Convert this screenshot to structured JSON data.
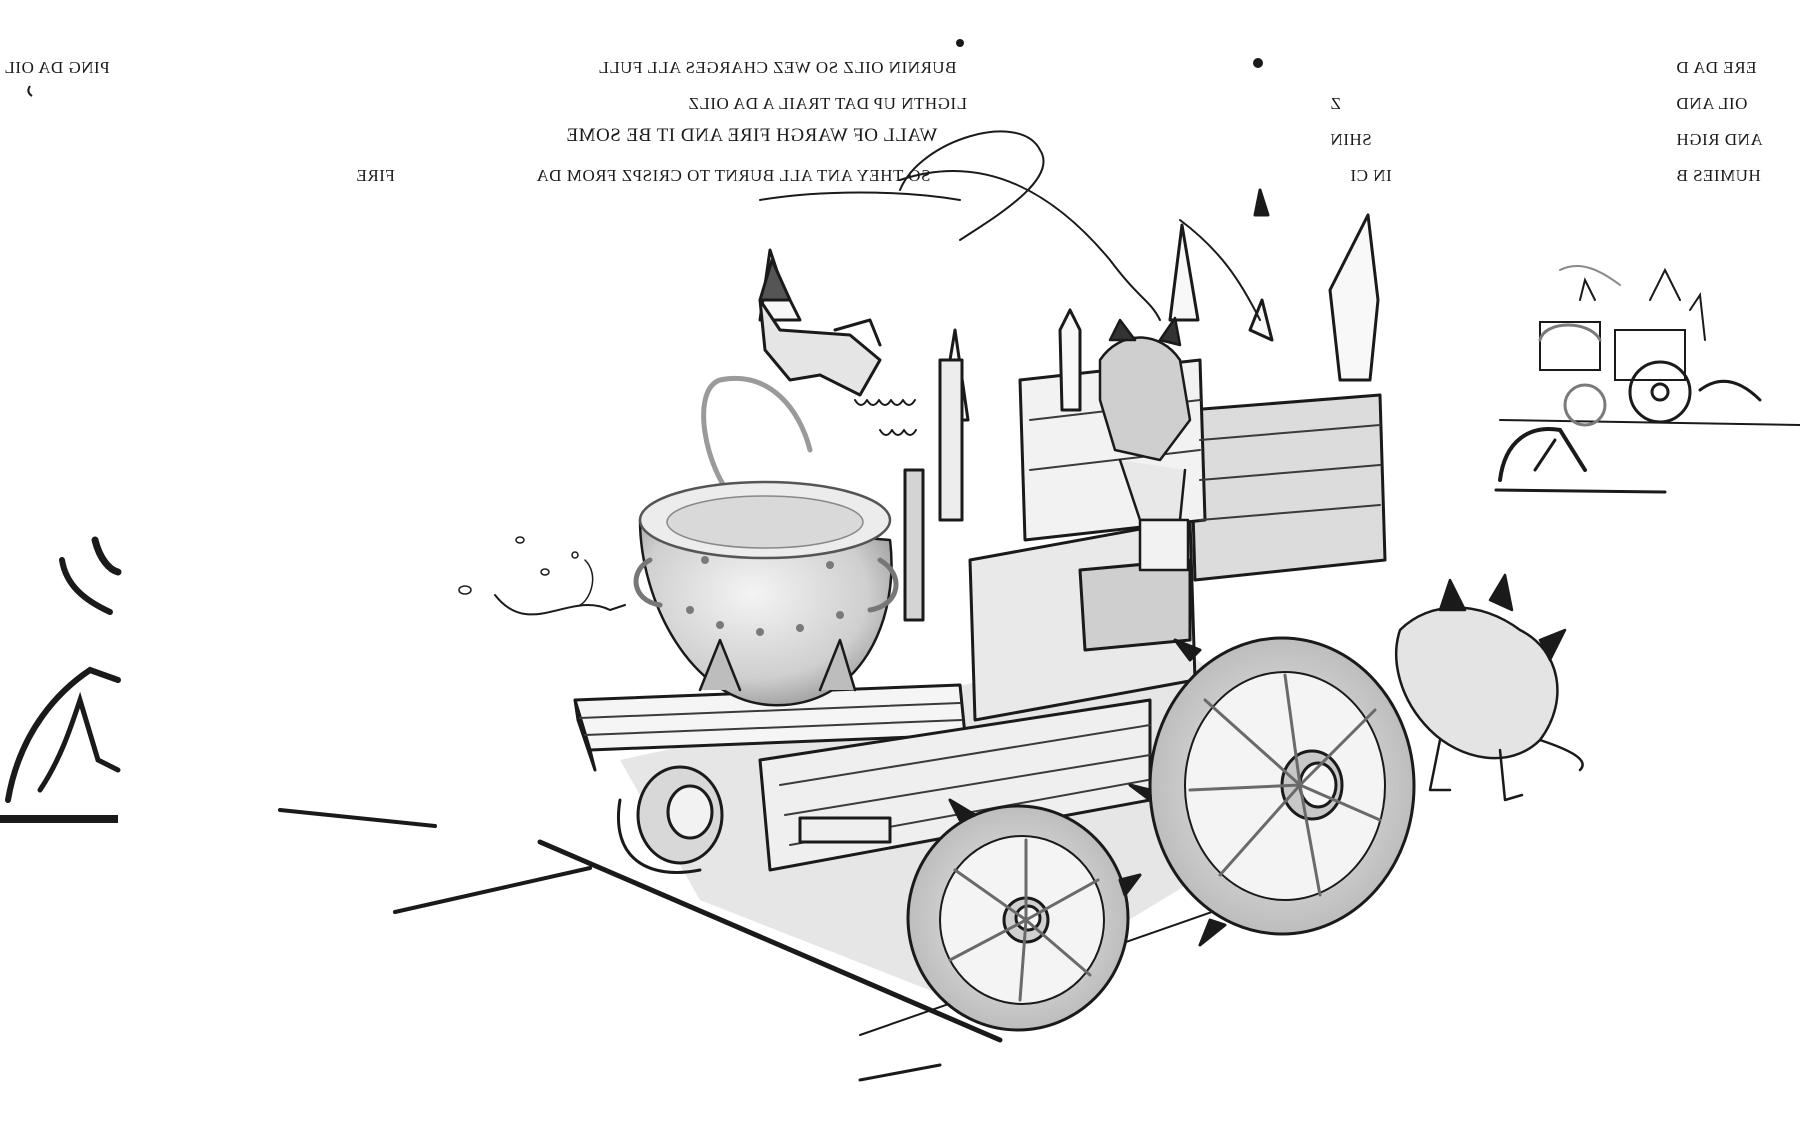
{
  "sketch": {
    "style": "pencil-concept-sketch",
    "mirrored": true,
    "main_subject": "ork-wagon-with-cauldron",
    "ink_color": "#1a1a1a",
    "shade_color": "#8a8a8a",
    "light_shade_color": "#cfcfcf",
    "background_color": "#ffffff"
  },
  "notes": {
    "center": [
      "BURNIN OILZ SO WEZ CHARGES ALL FULL",
      "LIGHTN UP DAT TRAIL A DA OILZ",
      "WALL OF WARGH FIRE AND IT BE SOME",
      "SO THEY ANT ALL BURNT TO CRISPZ FROM DA",
      "FIRE"
    ],
    "left": [
      "PING DA OIL"
    ],
    "middle_right": [
      "Z",
      "SHIN",
      "IN CI"
    ],
    "right": [
      "ERE DA D",
      "OIL AND",
      "AND RIGH",
      "HUMIES B"
    ]
  }
}
